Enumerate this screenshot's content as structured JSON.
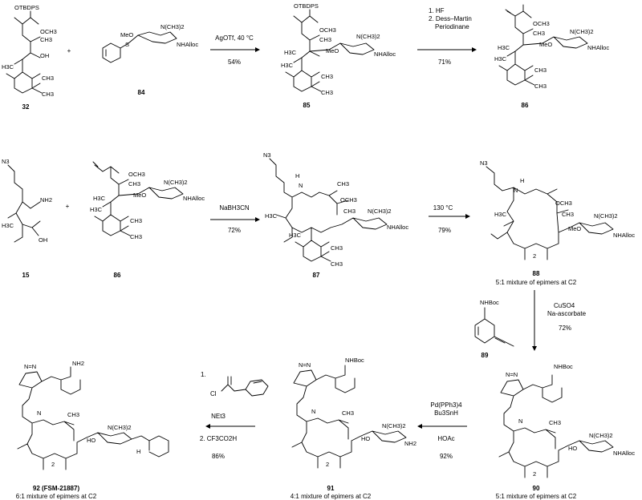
{
  "compounds": {
    "c32": {
      "number": "32",
      "labels": [
        "OTBDPS",
        "OCH3",
        "CH3",
        "OH",
        "H3C",
        "CH3",
        "CH3"
      ]
    },
    "c84": {
      "number": "84",
      "labels": [
        "MeO",
        "S",
        "N(CH3)2",
        "NHAlloc"
      ]
    },
    "c85": {
      "number": "85",
      "labels": [
        "OTBDPS",
        "OCH3",
        "CH3",
        "H3C",
        "MeO",
        "N(CH3)2",
        "NHAlloc",
        "H3C",
        "CH3",
        "CH3"
      ]
    },
    "c86": {
      "number": "86",
      "labels": [
        "OCH3",
        "CH3",
        "H3C",
        "MeO",
        "N(CH3)2",
        "NHAlloc",
        "H3C",
        "CH3",
        "CH3"
      ]
    },
    "c15": {
      "number": "15",
      "labels": [
        "N3",
        "NH2",
        "H3C",
        "OH"
      ]
    },
    "c86b": {
      "number": "86",
      "labels": [
        "OCH3",
        "CH3",
        "H3C",
        "MeO",
        "N(CH3)2",
        "NHAlloc",
        "H3C",
        "CH3",
        "CH3"
      ]
    },
    "c87": {
      "number": "87",
      "labels": [
        "N3",
        "N",
        "H",
        "CH3",
        "OCH3",
        "CH3",
        "H3C",
        "N(CH3)2",
        "NHAlloc",
        "H3C",
        "CH3",
        "CH3"
      ]
    },
    "c88": {
      "number": "88",
      "caption": "5:1 mixture of epimers at C2",
      "labels": [
        "N3",
        "H",
        "N",
        "OCH3",
        "CH3",
        "N(CH3)2",
        "MeO",
        "NHAlloc",
        "H3C",
        "2"
      ]
    },
    "c89": {
      "number": "89",
      "labels": [
        "NHBoc"
      ]
    },
    "c90": {
      "number": "90",
      "caption": "5:1 mixture of epimers at C2",
      "labels": [
        "NHBoc",
        "N=N",
        "N",
        "CH3",
        "N(CH3)2",
        "HO",
        "NHAlloc",
        "2"
      ]
    },
    "c91": {
      "number": "91",
      "caption": "4:1 mixture of epimers at C2",
      "labels": [
        "NHBoc",
        "N=N",
        "N",
        "CH3",
        "N(CH3)2",
        "HO",
        "NH2",
        "2"
      ]
    },
    "c92": {
      "number": "92 (FSM-21887)",
      "caption": "6:1 mixture of epimers at C2",
      "labels": [
        "NH2",
        "N=N",
        "N",
        "CH3",
        "N(CH3)2",
        "HO",
        "H",
        "2"
      ]
    }
  },
  "reactions": {
    "r1": {
      "conditions": [
        "AgOTf, 40 °C"
      ],
      "yield": "54%"
    },
    "r2": {
      "conditions": [
        "1. HF",
        "2. Dess–Martin",
        "Periodinane"
      ],
      "yield": "71%"
    },
    "r3": {
      "conditions": [
        "NaBH3CN"
      ],
      "yield": "72%"
    },
    "r4": {
      "conditions": [
        "130 °C"
      ],
      "yield": "79%"
    },
    "r5": {
      "conditions": [
        "CuSO4",
        "Na-ascorbate"
      ],
      "yield": "72%"
    },
    "r6": {
      "conditions": [
        "Pd(PPh3)4",
        "Bu3SnH",
        "HOAc"
      ],
      "yield": "92%"
    },
    "r7": {
      "conditions": [
        "1.",
        "Cl",
        "NEt3",
        "2. CF3CO2H"
      ],
      "yield": "86%"
    }
  },
  "operators": {
    "plus": "+"
  }
}
